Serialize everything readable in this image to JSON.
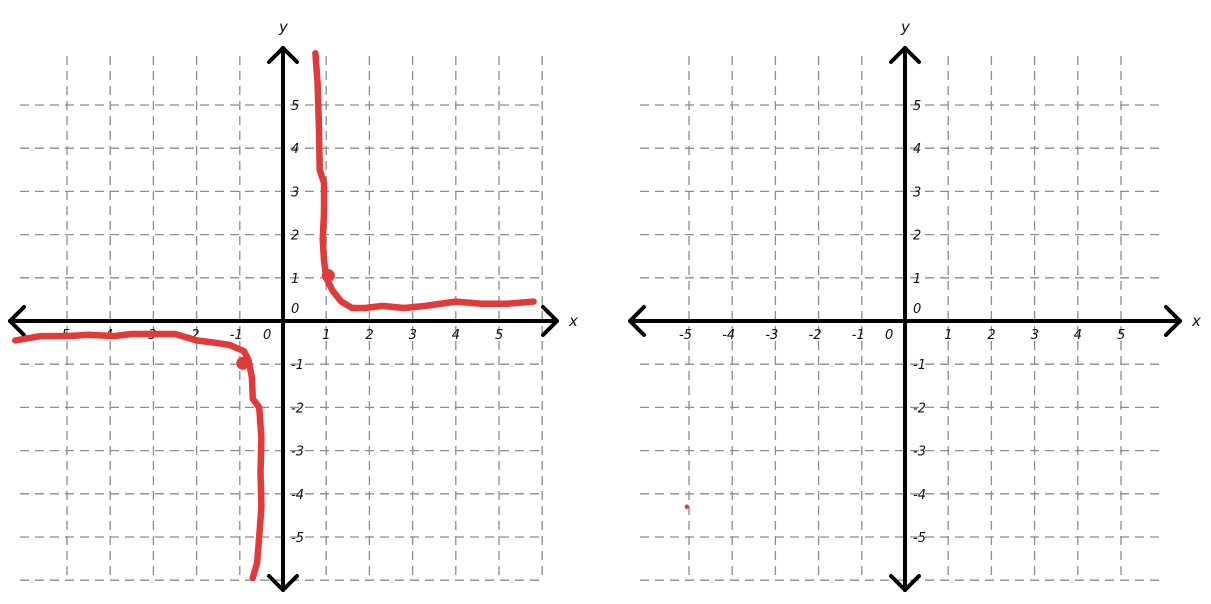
{
  "chart_data": [
    {
      "type": "line",
      "xlim": [
        -6.5,
        6.5
      ],
      "ylim": [
        -6.2,
        6.2
      ],
      "grid": true,
      "axis_labels": {
        "x": "x",
        "y": "y"
      },
      "x_ticks": [
        {
          "value": -5,
          "label": "-5"
        },
        {
          "value": -4,
          "label": "-4"
        },
        {
          "value": -3,
          "label": "-3"
        },
        {
          "value": -2,
          "label": "-2"
        },
        {
          "value": -1,
          "label": "-1"
        },
        {
          "value": 1,
          "label": "1"
        },
        {
          "value": 2,
          "label": "2"
        },
        {
          "value": 3,
          "label": "3"
        },
        {
          "value": 4,
          "label": "4"
        },
        {
          "value": 5,
          "label": "5"
        }
      ],
      "y_ticks": [
        {
          "value": 5,
          "label": "5"
        },
        {
          "value": 4,
          "label": "4"
        },
        {
          "value": 3,
          "label": "3"
        },
        {
          "value": 2,
          "label": "2"
        },
        {
          "value": 1,
          "label": "1"
        },
        {
          "value": 0,
          "label": "0"
        },
        {
          "value": -1,
          "label": "-1"
        },
        {
          "value": -2,
          "label": "-2"
        },
        {
          "value": -3,
          "label": "-3"
        },
        {
          "value": -4,
          "label": "-4"
        },
        {
          "value": -5,
          "label": "-5"
        }
      ],
      "origin_label": "0",
      "color": "#e03a3a",
      "series": [
        {
          "points": [
            [
              0.75,
              6.2
            ],
            [
              0.8,
              5.5
            ],
            [
              0.83,
              4.5
            ],
            [
              0.85,
              3.5
            ],
            [
              0.95,
              3.2
            ],
            [
              0.95,
              2.5
            ],
            [
              0.92,
              1.9
            ],
            [
              0.95,
              1.4
            ],
            [
              1.0,
              1.0
            ],
            [
              1.15,
              0.7
            ],
            [
              1.35,
              0.45
            ],
            [
              1.6,
              0.3
            ],
            [
              1.9,
              0.3
            ],
            [
              2.3,
              0.35
            ],
            [
              2.8,
              0.3
            ],
            [
              3.3,
              0.35
            ],
            [
              4.0,
              0.45
            ],
            [
              4.6,
              0.4
            ],
            [
              5.2,
              0.4
            ],
            [
              5.8,
              0.45
            ]
          ]
        },
        {
          "points": [
            [
              -6.2,
              -0.45
            ],
            [
              -5.6,
              -0.35
            ],
            [
              -5.0,
              -0.35
            ],
            [
              -4.5,
              -0.32
            ],
            [
              -3.9,
              -0.35
            ],
            [
              -3.5,
              -0.3
            ],
            [
              -3.0,
              -0.3
            ],
            [
              -2.5,
              -0.3
            ],
            [
              -2.0,
              -0.45
            ],
            [
              -1.6,
              -0.5
            ],
            [
              -1.25,
              -0.55
            ],
            [
              -0.9,
              -0.7
            ],
            [
              -0.8,
              -0.9
            ],
            [
              -0.72,
              -1.3
            ],
            [
              -0.7,
              -1.8
            ],
            [
              -0.55,
              -2.0
            ],
            [
              -0.5,
              -2.7
            ],
            [
              -0.52,
              -3.5
            ],
            [
              -0.5,
              -4.3
            ],
            [
              -0.55,
              -5.0
            ],
            [
              -0.6,
              -5.6
            ],
            [
              -0.7,
              -5.95
            ]
          ]
        }
      ],
      "markers": [
        [
          1.05,
          1.05
        ],
        [
          -0.93,
          -0.98
        ]
      ]
    },
    {
      "type": "scatter",
      "xlim": [
        -6.5,
        6.5
      ],
      "ylim": [
        -6.2,
        6.2
      ],
      "grid": true,
      "axis_labels": {
        "x": "x",
        "y": "y"
      },
      "x_ticks": [
        {
          "value": -5,
          "label": "-5"
        },
        {
          "value": -4,
          "label": "-4"
        },
        {
          "value": -3,
          "label": "-3"
        },
        {
          "value": -2,
          "label": "-2"
        },
        {
          "value": -1,
          "label": "-1"
        },
        {
          "value": 1,
          "label": "1"
        },
        {
          "value": 2,
          "label": "2"
        },
        {
          "value": 3,
          "label": "3"
        },
        {
          "value": 4,
          "label": "4"
        },
        {
          "value": 5,
          "label": "5"
        }
      ],
      "y_ticks": [
        {
          "value": 5,
          "label": "5"
        },
        {
          "value": 4,
          "label": "4"
        },
        {
          "value": 3,
          "label": "3"
        },
        {
          "value": 2,
          "label": "2"
        },
        {
          "value": 1,
          "label": "1"
        },
        {
          "value": 0,
          "label": "0"
        },
        {
          "value": -1,
          "label": "-1"
        },
        {
          "value": -2,
          "label": "-2"
        },
        {
          "value": -3,
          "label": "-3"
        },
        {
          "value": -4,
          "label": "-4"
        },
        {
          "value": -5,
          "label": "-5"
        }
      ],
      "origin_label": "0",
      "color": "#e03a3a",
      "series": [],
      "points": [
        [
          -5.05,
          -4.3
        ]
      ]
    }
  ]
}
